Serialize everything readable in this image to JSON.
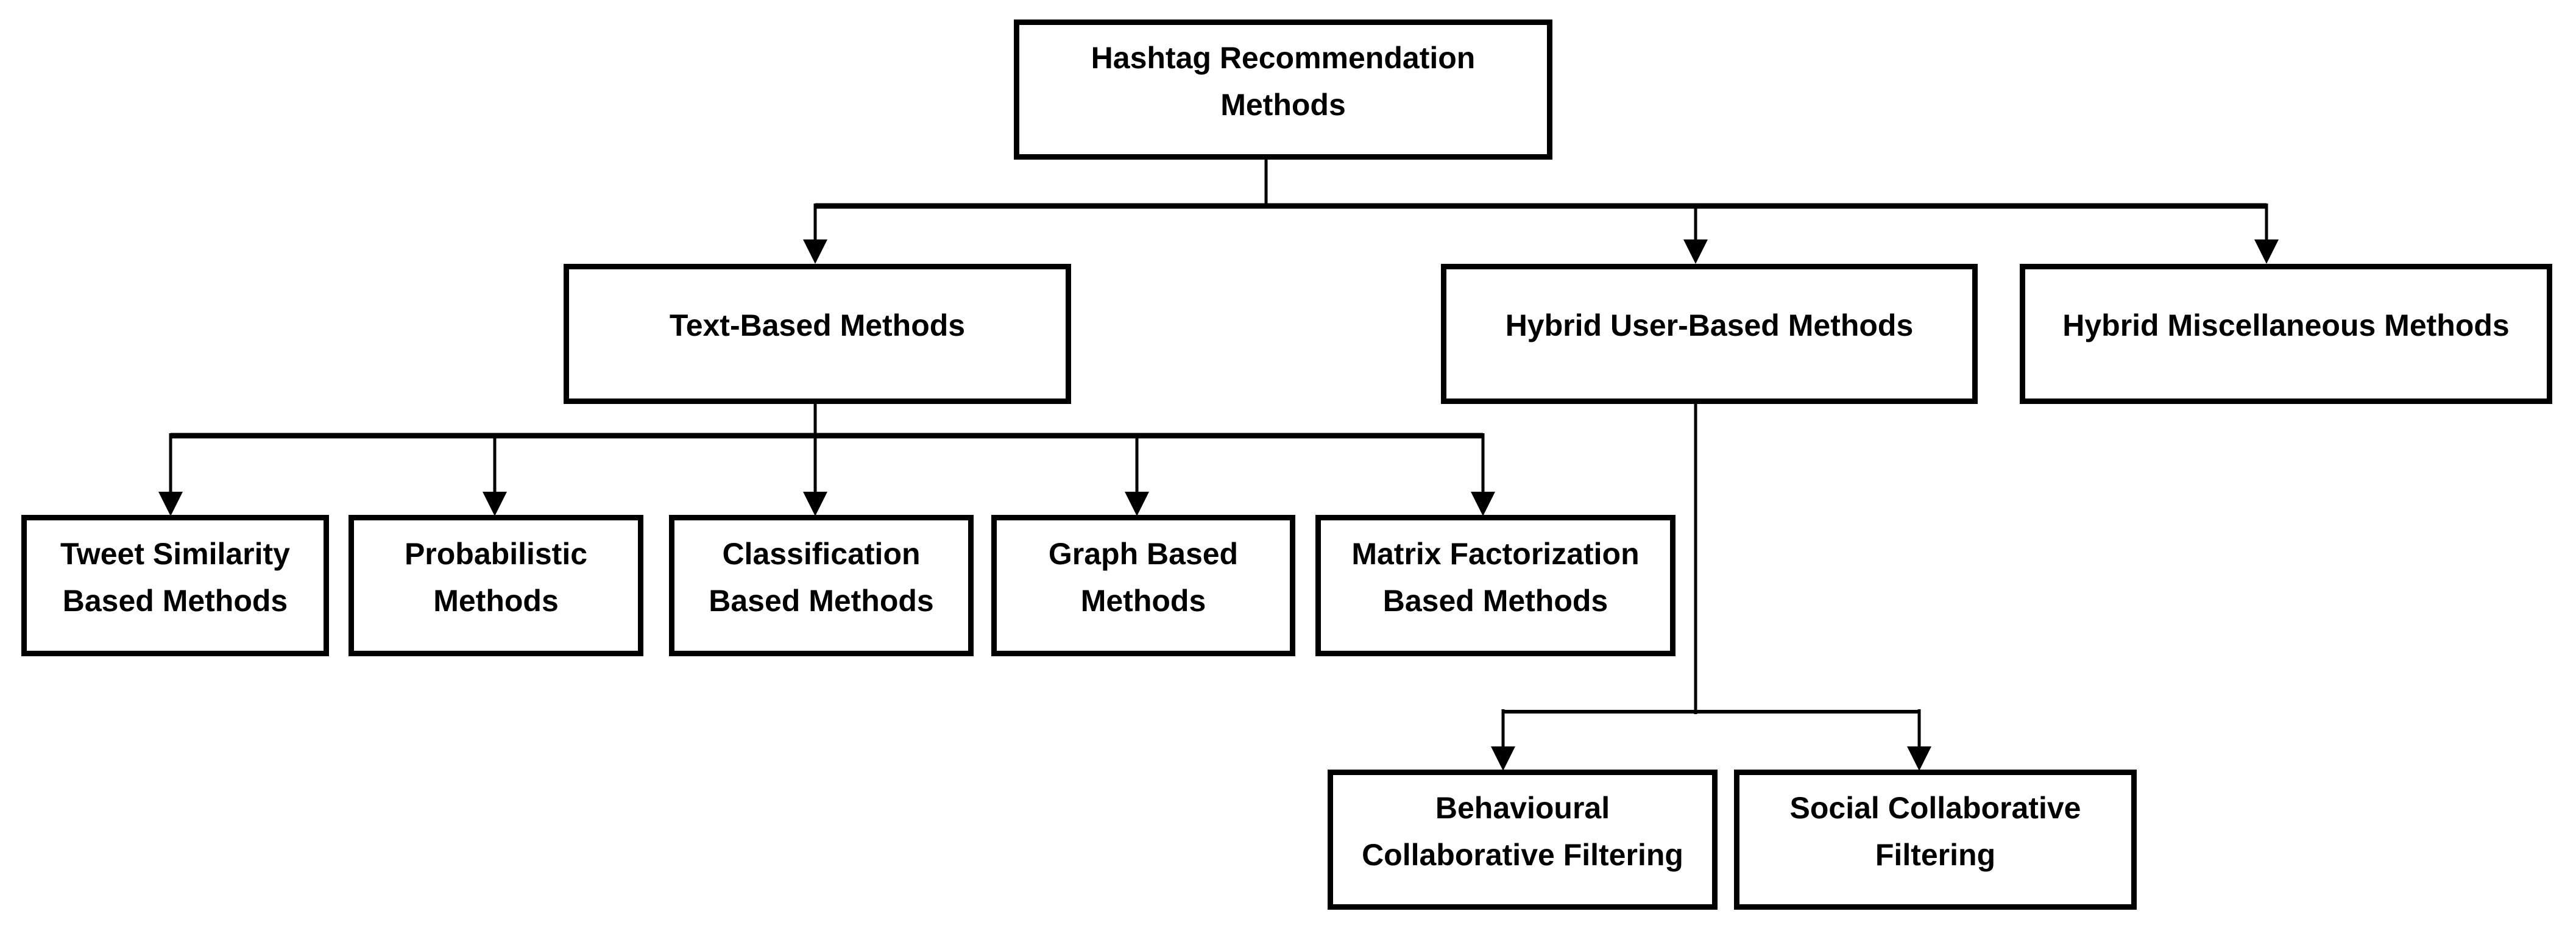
{
  "figure": {
    "type": "hierarchy-diagram",
    "title": "Hashtag Recommendation Methods",
    "colors": {
      "background": "#ffffff",
      "line": "#000000",
      "box_fill": "#ffffff",
      "box_border": "#000000",
      "text": "#000000"
    }
  },
  "nodes": {
    "root": {
      "label": "Hashtag Recommendation Methods"
    },
    "text_based": {
      "label": "Text-Based Methods"
    },
    "hybrid_user": {
      "label": "Hybrid User-Based Methods"
    },
    "hybrid_misc": {
      "label": "Hybrid Miscellaneous Methods"
    },
    "tweet_similarity": {
      "label": "Tweet Similarity Based Methods"
    },
    "probabilistic": {
      "label": "Probabilistic Methods"
    },
    "classification": {
      "label": "Classification Based Methods"
    },
    "graph_based": {
      "label": "Graph Based Methods"
    },
    "matrix_factorization": {
      "label": "Matrix Factorization Based Methods"
    },
    "behavioural_cf": {
      "label": "Behavioural Collaborative Filtering"
    },
    "social_cf": {
      "label": "Social Collaborative Filtering"
    }
  },
  "edges": [
    {
      "from": "root",
      "to": "text_based"
    },
    {
      "from": "root",
      "to": "hybrid_user"
    },
    {
      "from": "root",
      "to": "hybrid_misc"
    },
    {
      "from": "text_based",
      "to": "tweet_similarity"
    },
    {
      "from": "text_based",
      "to": "probabilistic"
    },
    {
      "from": "text_based",
      "to": "classification"
    },
    {
      "from": "text_based",
      "to": "graph_based"
    },
    {
      "from": "text_based",
      "to": "matrix_factorization"
    },
    {
      "from": "hybrid_user",
      "to": "behavioural_cf"
    },
    {
      "from": "hybrid_user",
      "to": "social_cf"
    }
  ]
}
